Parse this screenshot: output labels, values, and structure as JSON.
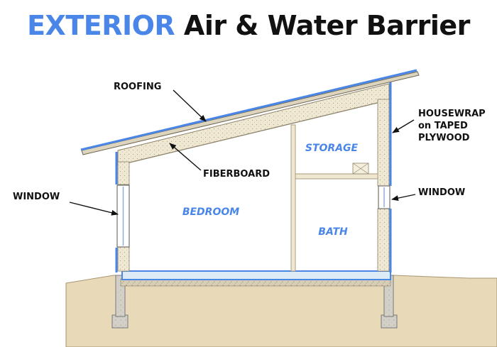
{
  "title": {
    "accent": "EXTERIOR",
    "rest": "Air & Water Barrier"
  },
  "callouts": {
    "roofing": "ROOFING",
    "fiberboard": "FIBERBOARD",
    "housewrap_1": "HOUSEWRAP",
    "housewrap_2": "on TAPED",
    "housewrap_3": "PLYWOOD",
    "window_left": "WINDOW",
    "window_right": "WINDOW"
  },
  "rooms": {
    "bedroom": "BEDROOM",
    "storage": "STORAGE",
    "bath": "BATH"
  },
  "colors": {
    "barrier": "#4a86e8",
    "insulation": "#ece5cf",
    "ground": "#e6d6b6",
    "frame": "#a89c7c",
    "slab": "#dbeaf6"
  }
}
